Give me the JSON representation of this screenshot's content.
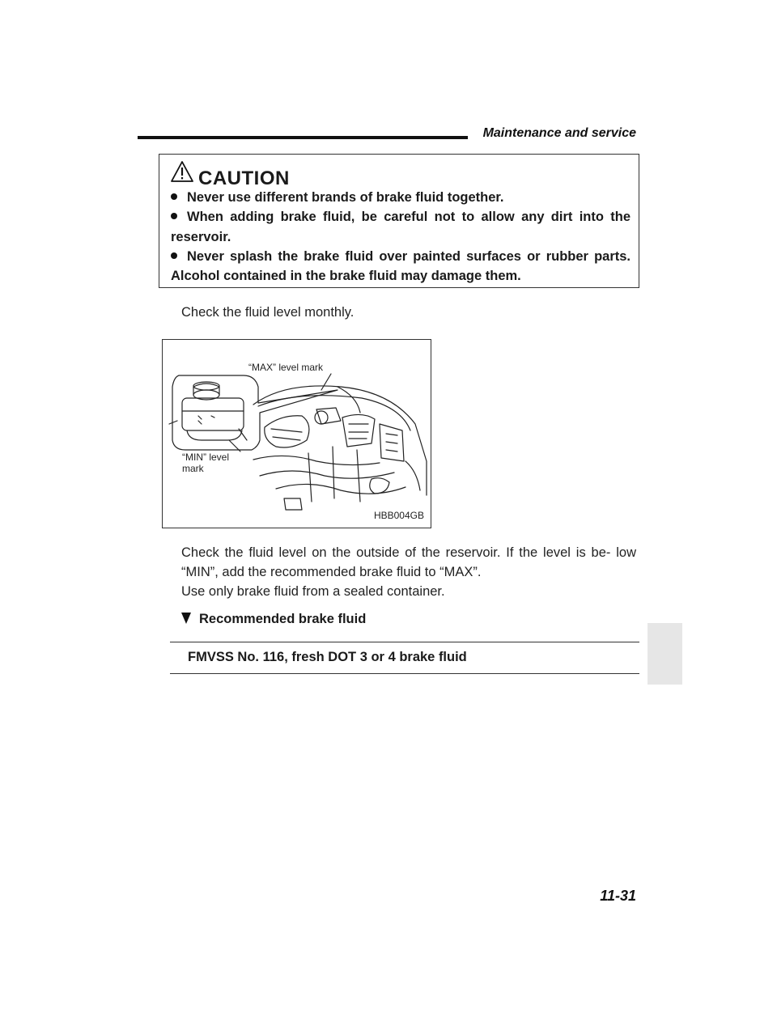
{
  "header": {
    "section_title": "Maintenance and service"
  },
  "caution": {
    "icon": "warning-triangle-icon",
    "title": "CAUTION",
    "items": [
      "Never use different brands of brake fluid together.",
      "When adding brake fluid, be careful not to allow any dirt into the reservoir.",
      "Never splash the brake fluid over painted surfaces or rubber parts. Alcohol contained in the brake fluid may damage them."
    ]
  },
  "body": {
    "check_monthly": "Check the fluid level monthly.",
    "check_instructions": "Check the fluid level on the outside of the reservoir. If the level is be- low “MIN”, add the recommended brake fluid to “MAX”.",
    "use_only": "Use only brake fluid from a sealed container."
  },
  "figure": {
    "max_label": "“MAX” level mark",
    "min_label": "“MIN” level mark",
    "code": "HBB004GB"
  },
  "recommended": {
    "heading": "Recommended brake fluid",
    "spec": "FMVSS No. 116, fresh DOT 3 or 4 brake fluid"
  },
  "footer": {
    "page_number": "11-31"
  }
}
